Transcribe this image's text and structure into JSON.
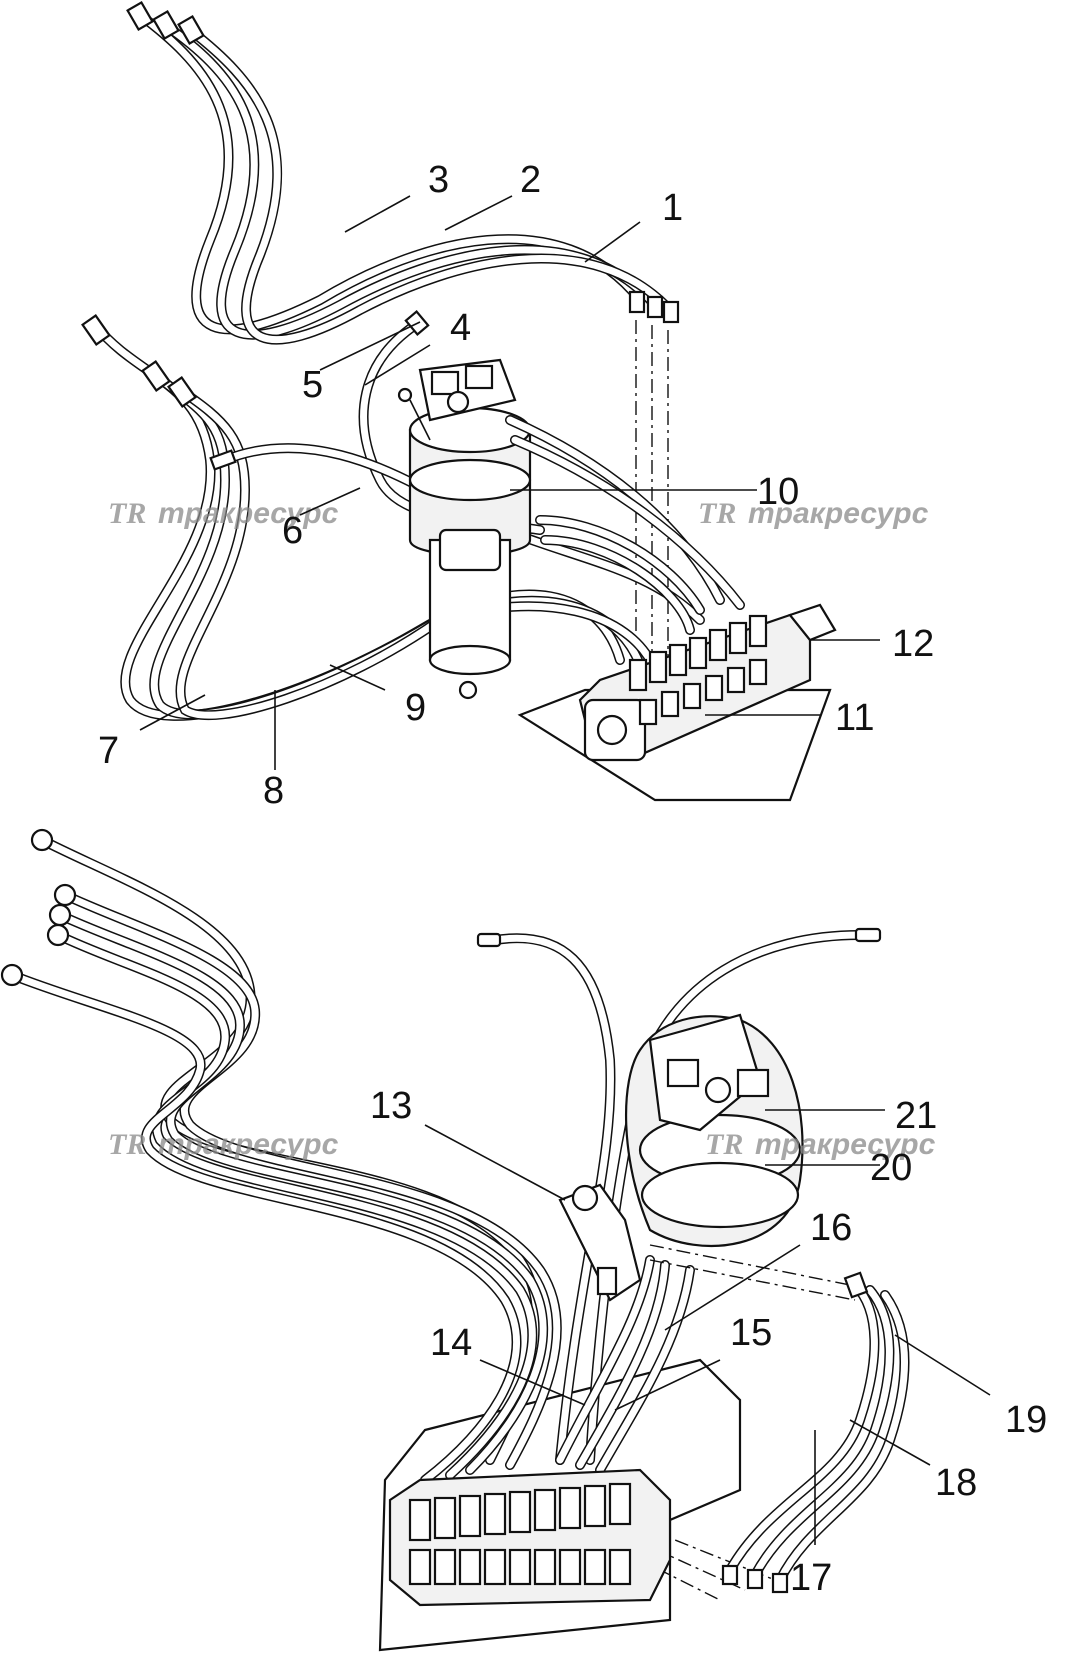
{
  "watermark": {
    "logo": "TR",
    "text": "тракресурс"
  },
  "callouts": [
    "1",
    "2",
    "3",
    "4",
    "5",
    "6",
    "7",
    "8",
    "9",
    "10",
    "11",
    "12",
    "13",
    "14",
    "15",
    "16",
    "17",
    "18",
    "19",
    "20",
    "21"
  ]
}
